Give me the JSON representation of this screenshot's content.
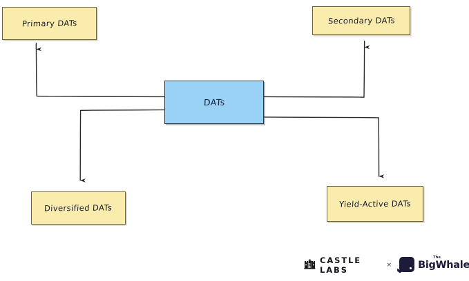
{
  "diagram": {
    "type": "flowchart",
    "style": "hand-drawn",
    "background_color": "#ffffff",
    "hub": {
      "id": "hub",
      "label": "DATs",
      "fill": "#9ad2f5",
      "stroke": "#2c3a45"
    },
    "nodes": [
      {
        "id": "primary",
        "label": "Primary DATs",
        "fill": "#faecac",
        "stroke": "#6d6538",
        "position": "top-left"
      },
      {
        "id": "secondary",
        "label": "Secondary DATs",
        "fill": "#faecac",
        "stroke": "#6d6538",
        "position": "top-right"
      },
      {
        "id": "diversified",
        "label": "Diversified DATs",
        "fill": "#faecac",
        "stroke": "#6d6538",
        "position": "bottom-left"
      },
      {
        "id": "yield",
        "label": "Yield-Active DATs",
        "fill": "#faecac",
        "stroke": "#6d6538",
        "position": "bottom-right"
      }
    ],
    "edges": [
      {
        "from": "hub",
        "to": "primary",
        "arrow": "up",
        "stroke": "#262628"
      },
      {
        "from": "hub",
        "to": "secondary",
        "arrow": "up",
        "stroke": "#262628"
      },
      {
        "from": "hub",
        "to": "diversified",
        "arrow": "down",
        "stroke": "#262628"
      },
      {
        "from": "hub",
        "to": "yield",
        "arrow": "down",
        "stroke": "#262628"
      }
    ]
  },
  "footer": {
    "castle": {
      "name": "CASTLE LABS",
      "icon": "castle-icon",
      "color": "#16161c"
    },
    "separator": "×",
    "whale": {
      "superscript": "The",
      "name_part1": "Big",
      "name_part2": "Whale",
      "color": "#1d1b3a"
    }
  }
}
